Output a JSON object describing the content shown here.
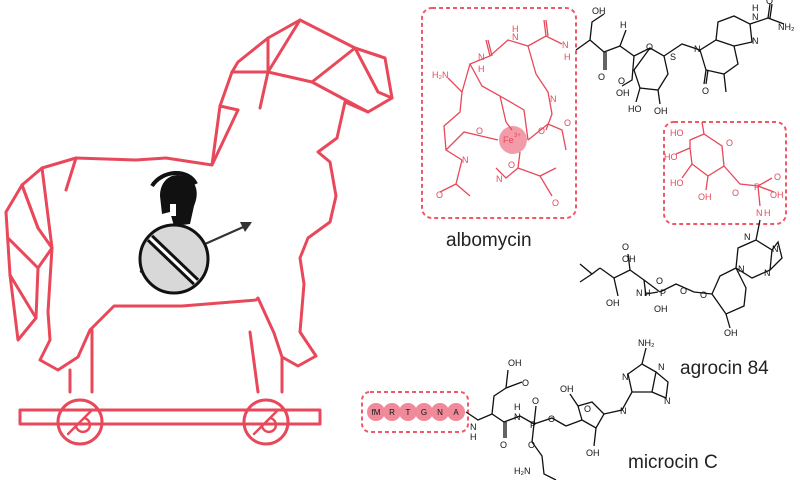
{
  "colors": {
    "trojan_red": "#e8485a",
    "highlight_pink": "#f08a9a",
    "bond_black": "#111111",
    "box_dash": "#ef5a6a"
  },
  "icons": {
    "horse": "trojan-horse-icon",
    "helmet": "spartan-helmet-icon",
    "shield": "shield-icon",
    "spear": "spear-arrow-icon"
  },
  "labels": {
    "albomycin": "albomycin",
    "agrocin": "agrocin 84",
    "microcin": "microcin C"
  },
  "albomycin": {
    "atoms": {
      "oh_top": "OH",
      "nh2": "H₂N",
      "fe": "Fe",
      "fe_charge": "3+",
      "n_left": "N",
      "n_right": "N",
      "n_bottom": "N",
      "o1": "O",
      "o2": "O",
      "o3": "O",
      "o4": "O",
      "o5": "O",
      "o6": "O",
      "nh1": "N",
      "h1": "H",
      "nh2b": "N",
      "h2": "H",
      "nh3": "N",
      "h3": "H",
      "nh4": "N",
      "h4": "H",
      "cooh_oh": "OH",
      "cooh_o": "O",
      "s": "S",
      "oh_a": "HO",
      "oh_b": "OH",
      "n_cyt1": "N",
      "n_cyt2": "N",
      "n_amide": "N",
      "h_amide": "H",
      "nh2_urea": "NH₂",
      "o_urea": "O",
      "o_cyt": "O",
      "ring_o": "O",
      "h_stereo": "H",
      "methyl_o": "O"
    }
  },
  "agrocin": {
    "atoms": {
      "ho1": "HO",
      "ho2": "HO",
      "ho3": "HO",
      "oh1": "OH",
      "o_ring": "O",
      "o_link": "O",
      "p": "P",
      "o_p1": "O",
      "oh_p": "OH",
      "nh": "N",
      "h": "H",
      "n1": "N",
      "n2": "N",
      "n3": "N",
      "n4": "N",
      "oh_a": "OH",
      "oh_b": "OH",
      "o_carb": "O",
      "nh2": "N",
      "h2": "H",
      "p2": "P",
      "o_p2": "O",
      "oh_p2": "OH",
      "o_link2": "O",
      "o_ribose": "O",
      "oh_ribose": "OH"
    }
  },
  "microcin": {
    "peptide": [
      "fM",
      "R",
      "T",
      "G",
      "N",
      "A"
    ],
    "atoms": {
      "oh_acid": "OH",
      "o_acid": "O",
      "h_n": "H",
      "n_1": "N",
      "o_1": "O",
      "nh": "N",
      "h": "H",
      "p": "P",
      "o_p": "O",
      "o_link": "O",
      "o_chain": "O",
      "h2n": "H₂N",
      "o_ribose": "O",
      "oh_a": "OH",
      "oh_b": "OH",
      "nh2": "NH₂",
      "n1": "N",
      "n2": "N",
      "n3": "N",
      "n4": "N"
    }
  }
}
